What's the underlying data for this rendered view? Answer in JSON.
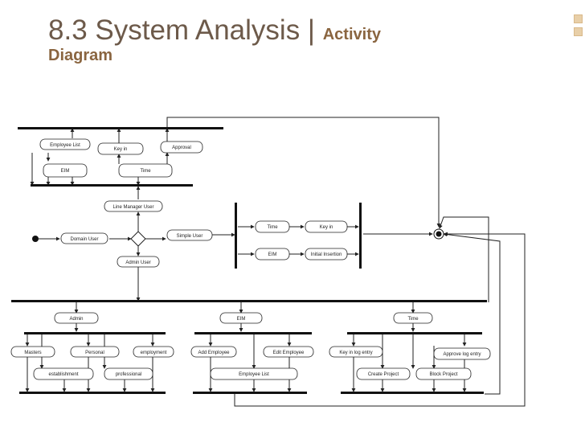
{
  "slide": {
    "title_prefix": "8.3  System Analysis | ",
    "title_bold_1": "Activity",
    "title_bold_2": "Diagram"
  },
  "diagram": {
    "nodes": {
      "employee_list_top": "Employee List",
      "key_in_top": "Key in",
      "approval": "Approval",
      "eim_top": "EIM",
      "time_top": "Time",
      "line_manager_user": "Line Manager User",
      "domain_user": "Domain User",
      "simple_user": "Simple User",
      "admin_user": "Admin User",
      "time_right": "Time",
      "key_in_right": "Key in",
      "eim_right": "EIM",
      "initial_insertion": "Initial Insertion",
      "admin": "Admin",
      "eim_mid": "EIM",
      "time_bottom": "Time",
      "masters": "Masters",
      "personal": "Personal",
      "employment": "employment",
      "establishment": "establishment",
      "professional": "professional",
      "add_employee": "Add Employee",
      "edit_employee": "Edit Employee",
      "employee_list_bottom": "Employee List",
      "key_in_log_entry": "Key in log entry",
      "approve_log_entry": "Approve log entry",
      "create_project": "Create Project",
      "block_project": "Block Project"
    }
  }
}
